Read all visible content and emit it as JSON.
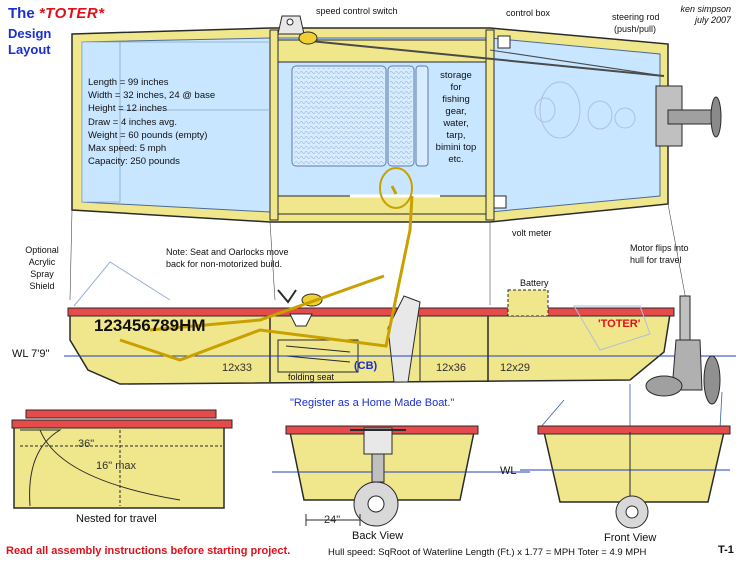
{
  "title": {
    "prefix": "The ",
    "name": "*TOTER*",
    "line2": "Design",
    "line3": "Layout"
  },
  "author": {
    "name": "ken simpson",
    "date": "july 2007"
  },
  "callouts": {
    "speed_control": "speed control switch",
    "control_box": "control box",
    "steering_rod_1": "steering rod",
    "steering_rod_2": "(push/pull)",
    "volt_meter": "volt meter",
    "battery": "Battery",
    "shield_1": "Optional",
    "shield_2": "Acrylic",
    "shield_3": "Spray",
    "shield_4": "Shield",
    "motor_1": "Motor flips into",
    "motor_2": "hull for travel",
    "note_1": "Note: Seat and Oarlocks move",
    "note_2": "back for non-motorized build."
  },
  "specs": [
    "Length = 99 inches",
    "Width = 32 inches, 24 @ base",
    "Height = 12 inches",
    "Draw = 4 inches avg.",
    "Weight = 60 pounds (empty)",
    "Max speed:  5 mph",
    "Capacity: 250 pounds"
  ],
  "storage": [
    "storage",
    "for",
    "fishing",
    "gear,",
    "water,",
    "tarp,",
    "bimini top",
    "etc."
  ],
  "side_view": {
    "hull_number": "123456789HM",
    "name_mark": "'TOTER'",
    "waterline": "WL 7'9\"",
    "panel_1": "12x33",
    "panel_2": "12x36",
    "panel_3": "12x29",
    "cb": "(CB)",
    "folding_seat": "folding seat"
  },
  "register": "\"Register as a Home Made Boat.\"",
  "nested": {
    "width": "36\"",
    "height": "16\" max",
    "caption": "Nested for travel"
  },
  "back_view": {
    "wl": "WL",
    "width": "24\"",
    "caption": "Back View"
  },
  "front_view": {
    "caption": "Front View"
  },
  "footer": {
    "instructions": "Read all assembly instructions before starting project.",
    "formula": "Hull speed: SqRoot of Waterline Length (Ft.) x 1.77 = MPH     Toter = 4.9 MPH",
    "sheet": "T-1"
  },
  "colors": {
    "hull": "#f0e68c",
    "deck": "#fff6b0",
    "trim": "#e64b4b",
    "waterline": "#1f3fbf",
    "title_blue": "#1a2fd0",
    "title_red": "#e0101a",
    "line_gold": "#c8a000",
    "water_panel": "#c8e6ff"
  }
}
